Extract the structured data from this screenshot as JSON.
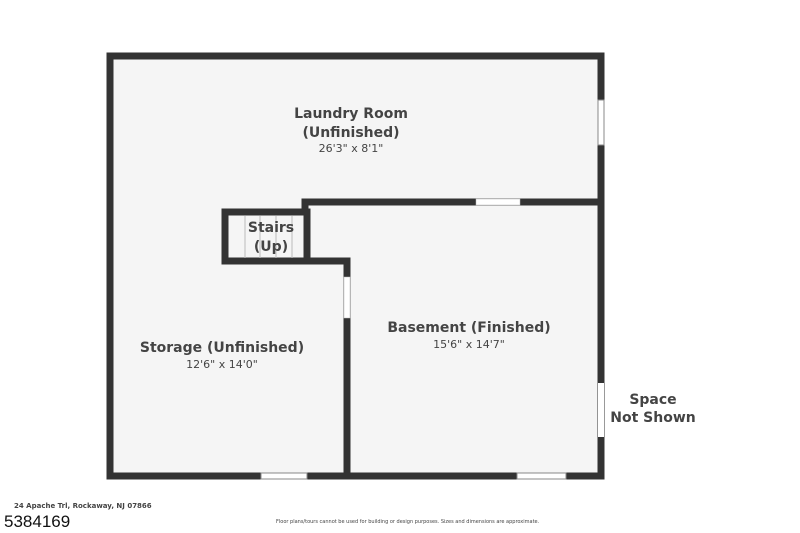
{
  "rooms": {
    "laundry": {
      "name": "Laundry Room",
      "note": "(Unfinished)",
      "dims": "26'3\" x 8'1\""
    },
    "stairs": {
      "name": "Stairs",
      "note": "(Up)"
    },
    "storage": {
      "name": "Storage (Unfinished)",
      "dims": "12'6\" x 14'0\""
    },
    "basement": {
      "name": "Basement (Finished)",
      "dims": "15'6\" x 14'7\""
    },
    "space": {
      "line1": "Space",
      "line2": "Not Shown"
    }
  },
  "footer": {
    "address": "24 Apache Trl, Rockaway, NJ 07866",
    "listing_id": "5384169",
    "disclaimer": "Floor plans/tours cannot be used for building or design purposes. Sizes and dimensions are approximate."
  },
  "colors": {
    "wall": "#333333",
    "floor": "#f5f5f5"
  }
}
